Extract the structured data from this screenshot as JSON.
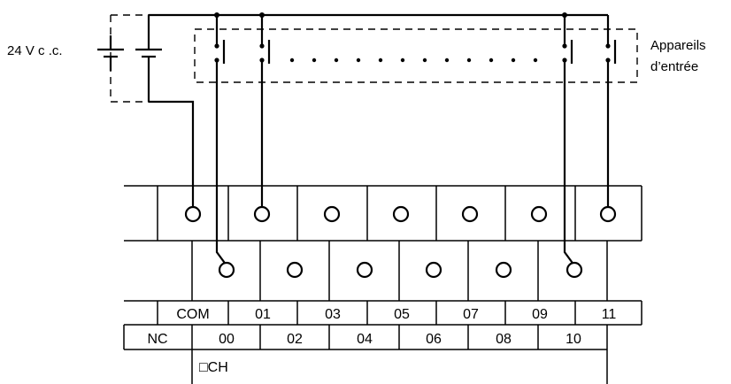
{
  "supply": {
    "label": "24 V c .c."
  },
  "input_devices": {
    "label_line1": "Appareils",
    "label_line2": "d’entrée"
  },
  "terminal_block": {
    "upper_row": [
      "COM",
      "01",
      "03",
      "05",
      "07",
      "09",
      "11"
    ],
    "lower_row": [
      "NC",
      "00",
      "02",
      "04",
      "06",
      "08",
      "10"
    ],
    "channel_label": "□CH"
  },
  "colors": {
    "line": "#000000",
    "background": "#ffffff"
  }
}
